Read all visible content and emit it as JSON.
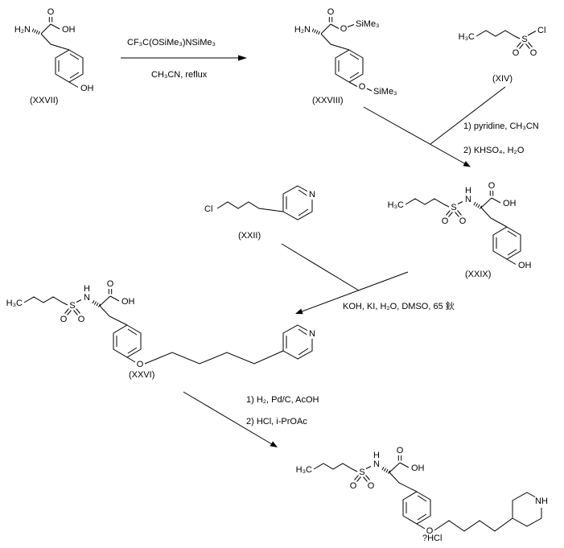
{
  "figure": {
    "type": "chemical-reaction-scheme",
    "background": "#ffffff",
    "line_color": "#000000"
  },
  "atoms": {
    "h2n": "H₂N",
    "h3c": "H₃C",
    "o": "O",
    "oh": "OH",
    "s": "S",
    "cl": "Cl",
    "n": "N",
    "h": "H",
    "nh": "NH",
    "sime3": "SiMe₃"
  },
  "captions": {
    "xxvii": "(XXVII)",
    "xxviii": "(XXVIII)",
    "xiv": "(XIV)",
    "xxix": "(XXIX)",
    "xxii": "(XXII)",
    "xxvi": "(XXVI)",
    "final_salt": "?HCl"
  },
  "reagents": {
    "step1_top": "CF₃C(OSiMe₃)NSiMe₃",
    "step1_bottom": "CH₃CN, reflux",
    "step2_line1": "1) pyridine, CH₃CN",
    "step2_line2": "2) KHSO₄, H₂O",
    "step3": "KOH, KI, H₂O, DMSO, 65 鈥",
    "step4_line1": "1) H₂, Pd/C, AcOH",
    "step4_line2": "2) HCl, i-PrOAc"
  }
}
